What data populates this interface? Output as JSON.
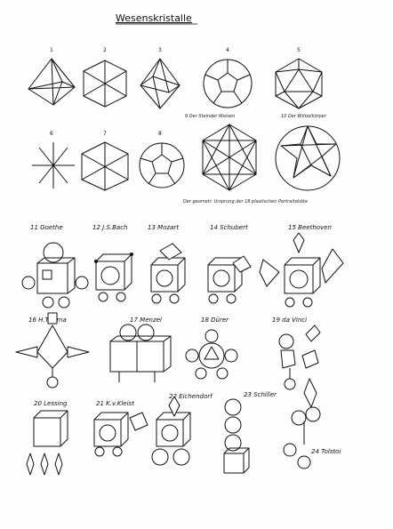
{
  "title": "Wesenskristalle",
  "solids": [
    {
      "num": "1",
      "label": ""
    },
    {
      "num": "2",
      "label": ""
    },
    {
      "num": "3",
      "label": ""
    },
    {
      "num": "4",
      "label": ""
    },
    {
      "num": "5",
      "label": ""
    },
    {
      "num": "6",
      "label": ""
    },
    {
      "num": "7",
      "label": ""
    },
    {
      "num": "8",
      "label": ""
    },
    {
      "num": "9",
      "label": "Der Steinder Weisen"
    },
    {
      "num": "10",
      "label": "Der Wirbelkörper"
    }
  ],
  "caption": "Der geometr. Ursprung der 18 plastischen Portraitsköke",
  "figures": [
    {
      "num": "11",
      "name": "Goethe"
    },
    {
      "num": "12",
      "name": "J.S.Bach"
    },
    {
      "num": "13",
      "name": "Mozart"
    },
    {
      "num": "14",
      "name": "Schubert"
    },
    {
      "num": "15",
      "name": "Beethoven"
    },
    {
      "num": "16",
      "name": "H.Thoma"
    },
    {
      "num": "17",
      "name": "Menzel"
    },
    {
      "num": "18",
      "name": "Dürer"
    },
    {
      "num": "19",
      "name": "da Vinci"
    },
    {
      "num": "20",
      "name": "Lessing"
    },
    {
      "num": "21",
      "name": "K.v.Kleist"
    },
    {
      "num": "22",
      "name": "Eichendorf"
    },
    {
      "num": "23",
      "name": "Schiller"
    },
    {
      "num": "24",
      "name": "Tolstoi"
    }
  ]
}
